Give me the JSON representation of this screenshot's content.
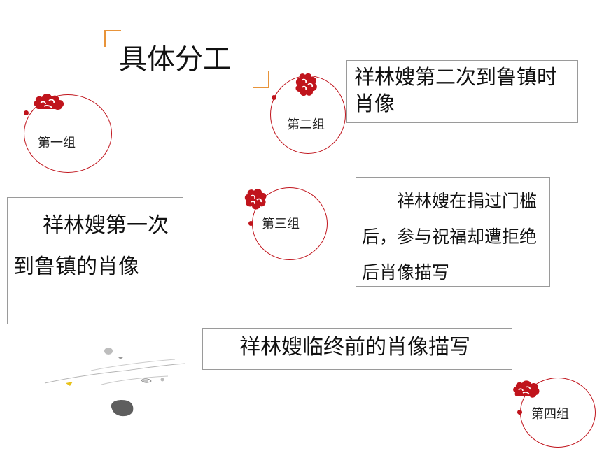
{
  "title": "具体分工",
  "groups": [
    {
      "label": "第一组"
    },
    {
      "label": "第二组"
    },
    {
      "label": "第三组"
    },
    {
      "label": "第四组"
    }
  ],
  "tasks": [
    {
      "text": "祥林嫂第二次到鲁镇时肖像"
    },
    {
      "text": "祥林嫂第一次到鲁镇的肖像"
    },
    {
      "text": "祥林嫂在捐过门槛后，参与祝福却遭拒绝后肖像描写"
    },
    {
      "text": "祥林嫂临终前的肖像描写"
    }
  ],
  "icons": {
    "cloud": "auspicious-cloud-icon",
    "decoration": "ink-landscape-decoration"
  },
  "colors": {
    "accent_red": "#c0141c",
    "bracket_orange": "#e8943a",
    "box_border": "#9a9a9a"
  }
}
